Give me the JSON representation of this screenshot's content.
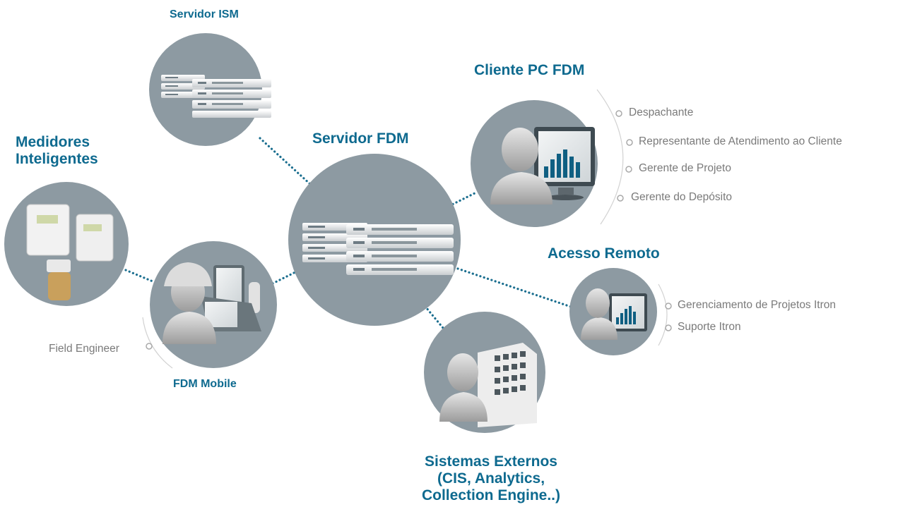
{
  "colors": {
    "node_fill": "#8d9aa2",
    "title_blue": "#0e6a8f",
    "connector": "#1a6e8f",
    "role_text": "#7a7a7a"
  },
  "nodes": {
    "servidor_ism": {
      "title": "Servidor ISM",
      "icon": "server-rack-icon"
    },
    "servidor_fdm": {
      "title": "Servidor FDM",
      "icon": "server-rack-icon"
    },
    "cliente_pc_fdm": {
      "title": "Cliente PC FDM",
      "icon": "user-monitor-icon",
      "roles": [
        "Despachante",
        "Representante de Atendimento ao Cliente",
        "Gerente de Projeto",
        "Gerente do Depósito"
      ]
    },
    "medidores": {
      "title_line1": "Medidores",
      "title_line2": "Inteligentes",
      "icon": "smart-meter-icon"
    },
    "fdm_mobile": {
      "title": "FDM Mobile",
      "icon": "field-engineer-icon",
      "roles": [
        "Field Engineer"
      ]
    },
    "acesso_remoto": {
      "title": "Acesso Remoto",
      "icon": "user-monitor-icon",
      "roles": [
        "Gerenciamento de Projetos Itron",
        "Suporte Itron"
      ]
    },
    "sistemas_externos": {
      "title_line1": "Sistemas Externos",
      "title_line2": "(CIS, Analytics,",
      "title_line3": "Collection Engine..)",
      "icon": "user-building-icon"
    }
  }
}
